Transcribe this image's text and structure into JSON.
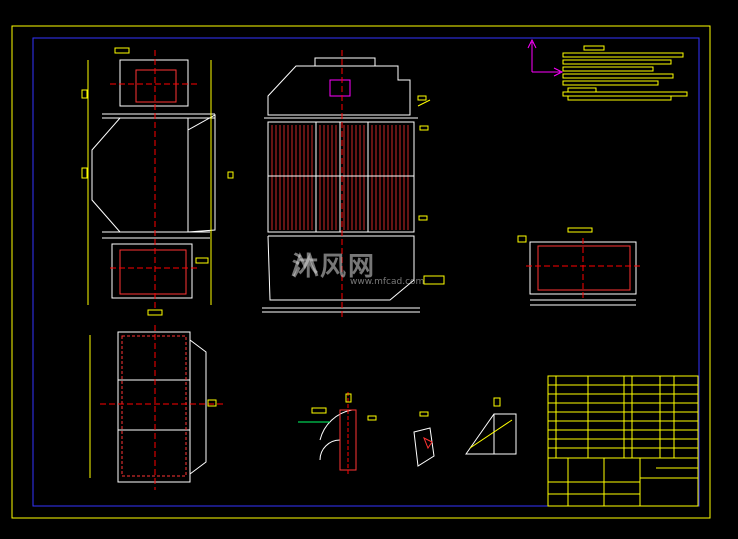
{
  "drawing": {
    "type": "CAD engineering drawing",
    "colors": {
      "background": "#000000",
      "border": "#ffff00",
      "inner_border": "#0000ff",
      "outline": "#ffffff",
      "hatching": "#ff3333",
      "centerline": "#ff0000",
      "dimension": "#ffff00",
      "highlight": "#ff00ff",
      "note_lines": "#ffff00"
    },
    "views": [
      "top-left-elevation",
      "front-elevation",
      "left-lower-view",
      "right-small-view",
      "detail-views",
      "title-block"
    ]
  },
  "watermark": {
    "text": "沐风网",
    "url": "www.mfcad.com"
  },
  "icons": {
    "coordinate": "ucs-axis-icon",
    "logo": "mf-logo-icon"
  }
}
